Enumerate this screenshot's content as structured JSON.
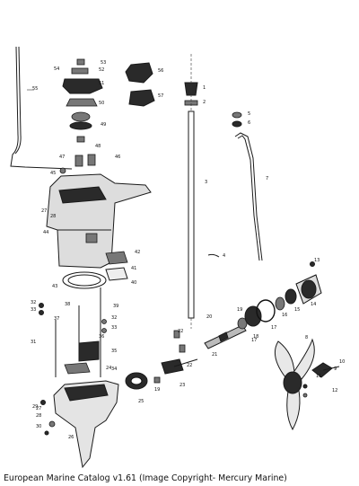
{
  "caption": "European Marine Catalog v1.61 (Image Copyright- Mercury Marine)",
  "parts": [
    {
      "n": "1"
    },
    {
      "n": "2"
    },
    {
      "n": "3"
    },
    {
      "n": "4"
    },
    {
      "n": "5"
    },
    {
      "n": "6"
    },
    {
      "n": "7"
    },
    {
      "n": "8"
    },
    {
      "n": "9"
    },
    {
      "n": "10"
    },
    {
      "n": "11"
    },
    {
      "n": "12"
    },
    {
      "n": "13"
    },
    {
      "n": "14"
    },
    {
      "n": "15"
    },
    {
      "n": "16"
    },
    {
      "n": "17"
    },
    {
      "n": "18"
    },
    {
      "n": "19"
    },
    {
      "n": "20"
    },
    {
      "n": "21"
    },
    {
      "n": "22"
    },
    {
      "n": "23"
    },
    {
      "n": "24"
    },
    {
      "n": "25"
    },
    {
      "n": "26"
    },
    {
      "n": "27"
    },
    {
      "n": "28"
    },
    {
      "n": "29"
    },
    {
      "n": "30"
    },
    {
      "n": "31"
    },
    {
      "n": "32"
    },
    {
      "n": "33"
    },
    {
      "n": "34"
    },
    {
      "n": "35"
    },
    {
      "n": "36"
    },
    {
      "n": "37"
    },
    {
      "n": "38"
    },
    {
      "n": "39"
    },
    {
      "n": "40"
    },
    {
      "n": "41"
    },
    {
      "n": "42"
    },
    {
      "n": "43"
    },
    {
      "n": "44"
    },
    {
      "n": "45"
    },
    {
      "n": "46"
    },
    {
      "n": "47"
    },
    {
      "n": "48"
    },
    {
      "n": "49"
    },
    {
      "n": "50"
    },
    {
      "n": "51"
    },
    {
      "n": "52"
    },
    {
      "n": "53"
    },
    {
      "n": "54"
    },
    {
      "n": "55"
    },
    {
      "n": "56"
    },
    {
      "n": "57"
    },
    {
      "n": "19"
    },
    {
      "n": "22"
    },
    {
      "n": "27"
    },
    {
      "n": "28"
    },
    {
      "n": "32"
    },
    {
      "n": "33"
    },
    {
      "n": "17"
    }
  ]
}
